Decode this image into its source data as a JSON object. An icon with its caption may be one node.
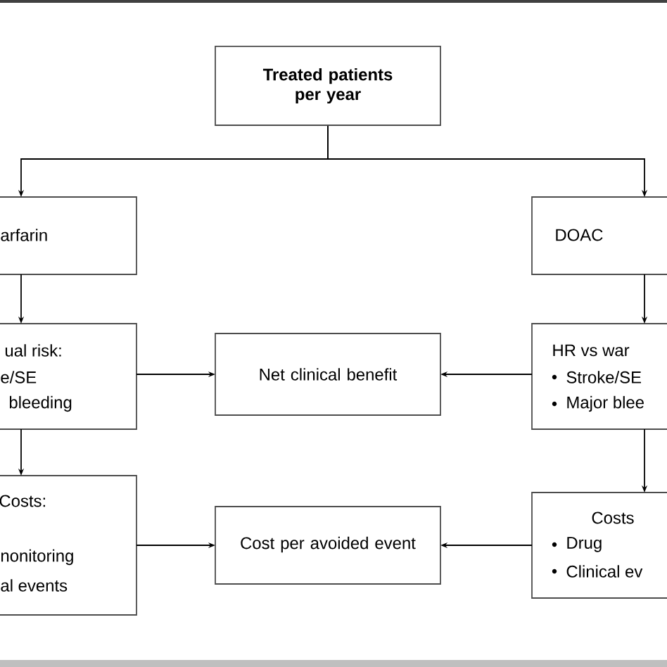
{
  "diagram": {
    "nodes": [
      {
        "text": [
          "Treated patients per year"
        ]
      },
      {
        "text": [
          "arfarin"
        ]
      },
      {
        "text": [
          "DOAC"
        ]
      },
      {
        "text": [
          "ual risk:",
          "e/SE",
          "bleeding"
        ]
      },
      {
        "text": [
          "Net clinical benefit"
        ]
      },
      {
        "text": [
          "HR vs war",
          "Stroke/SE",
          "Major blee"
        ]
      },
      {
        "text": [
          "Costs:",
          "nonitoring",
          "al events"
        ]
      },
      {
        "text": [
          "Cost per avoided event"
        ]
      },
      {
        "text": [
          "Costs",
          "Drug",
          "Clinical ev"
        ]
      }
    ],
    "edges": [
      {
        "from": 0,
        "to": 1,
        "arrow": "to"
      },
      {
        "from": 0,
        "to": 2,
        "arrow": "to"
      },
      {
        "from": 1,
        "to": 3,
        "arrow": "to"
      },
      {
        "from": 2,
        "to": 5,
        "arrow": "to"
      },
      {
        "from": 3,
        "to": 4,
        "arrow": "to"
      },
      {
        "from": 5,
        "to": 4,
        "arrow": "to"
      },
      {
        "from": 3,
        "to": 6,
        "arrow": "to"
      },
      {
        "from": 5,
        "to": 8,
        "arrow": "to"
      },
      {
        "from": 6,
        "to": 7,
        "arrow": "to"
      },
      {
        "from": 8,
        "to": 7,
        "arrow": "to"
      }
    ]
  }
}
